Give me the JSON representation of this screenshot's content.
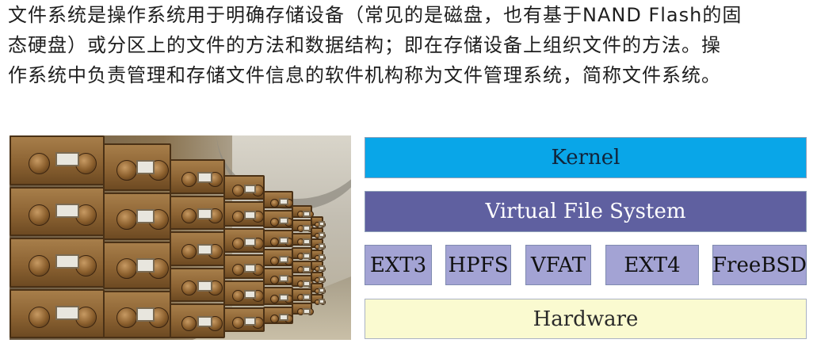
{
  "paragraph": {
    "line1": "文件系统是操作系统用于明确存储设备（常见的是磁盘，也有基于NAND Flash的固",
    "line2": "态硬盘）或分区上的文件的方法和数据结构；即在存储设备上组织文件的方法。操",
    "line3": "作系统中负责管理和存储文件信息的软件机构称为文件管理系统，简称文件系统。"
  },
  "diagram": {
    "kernel": "Kernel",
    "vfs": "Virtual File System",
    "filesystems": [
      "EXT3",
      "HPFS",
      "VFAT",
      "EXT4",
      "FreeBSD"
    ],
    "hardware": "Hardware"
  },
  "colors": {
    "kernel": "#09a6e8",
    "vfs": "#5f60a0",
    "filesystems": "#a3a3d4",
    "hardware": "#fafad0"
  }
}
